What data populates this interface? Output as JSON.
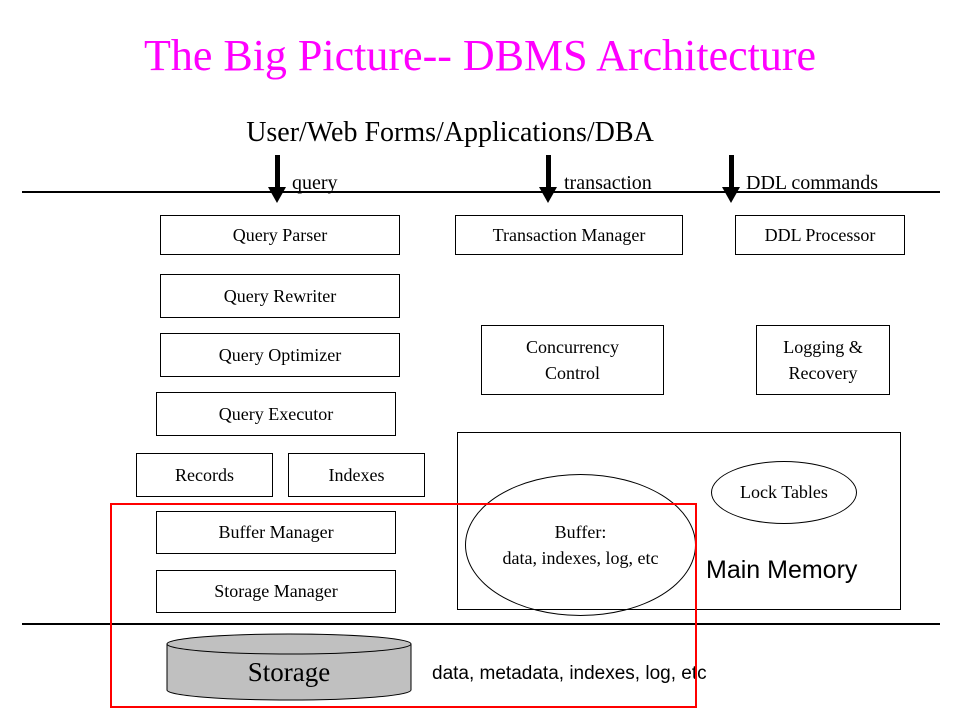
{
  "title": "The Big Picture-- DBMS Architecture",
  "user_layer": "User/Web Forms/Applications/DBA",
  "inputs": {
    "query": "query",
    "transaction": "transaction",
    "ddl": "DDL commands"
  },
  "query_path": {
    "parser": "Query Parser",
    "rewriter": "Query Rewriter",
    "optimizer": "Query Optimizer",
    "executor": "Query Executor",
    "records": "Records",
    "indexes": "Indexes",
    "buffer_manager": "Buffer Manager",
    "storage_manager": "Storage Manager"
  },
  "transaction_path": {
    "manager": "Transaction Manager",
    "concurrency_line1": "Concurrency",
    "concurrency_line2": "Control"
  },
  "ddl_path": {
    "processor": "DDL Processor",
    "logging_line1": "Logging &",
    "logging_line2": "Recovery"
  },
  "main_memory": {
    "label": "Main Memory",
    "lock_tables": "Lock Tables",
    "buffer_line1": "Buffer:",
    "buffer_line2": "data, indexes, log, etc"
  },
  "storage": {
    "label": "Storage",
    "contents": "data, metadata, indexes, log, etc",
    "cylinder_fill": "#c0c0c0",
    "highlight_color": "#ff0000"
  },
  "colors": {
    "title": "#ff00ff"
  }
}
